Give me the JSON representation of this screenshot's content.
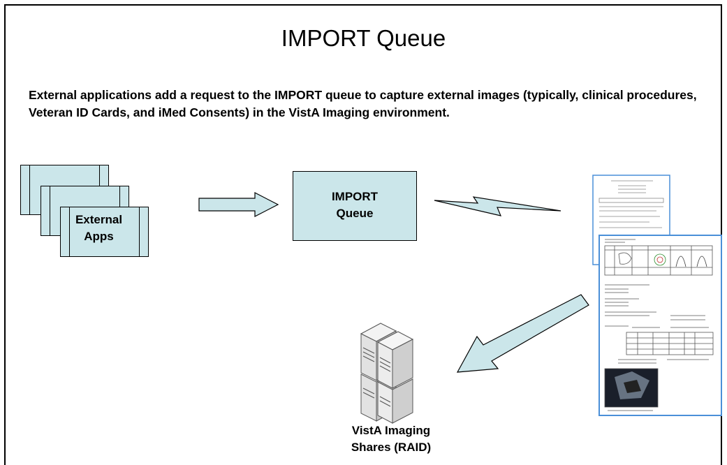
{
  "slide": {
    "title": "IMPORT Queue",
    "description": "External applications add a request to the IMPORT queue to capture external images (typically, clinical procedures, Veteran ID Cards, and iMed Consents) in the VistA Imaging environment."
  },
  "nodes": {
    "external_apps": {
      "line1": "External",
      "line2": "Apps"
    },
    "import_queue": {
      "line1": "IMPORT",
      "line2": "Queue"
    },
    "raid_shares": {
      "line1": "VistA Imaging",
      "line2": "Shares (RAID)"
    }
  },
  "colors": {
    "box_fill": "#cbe6ea",
    "stroke": "#000000",
    "document_border": "#4a8fd8"
  },
  "icons": [
    "document-stack-icon",
    "server-raid-icon"
  ]
}
